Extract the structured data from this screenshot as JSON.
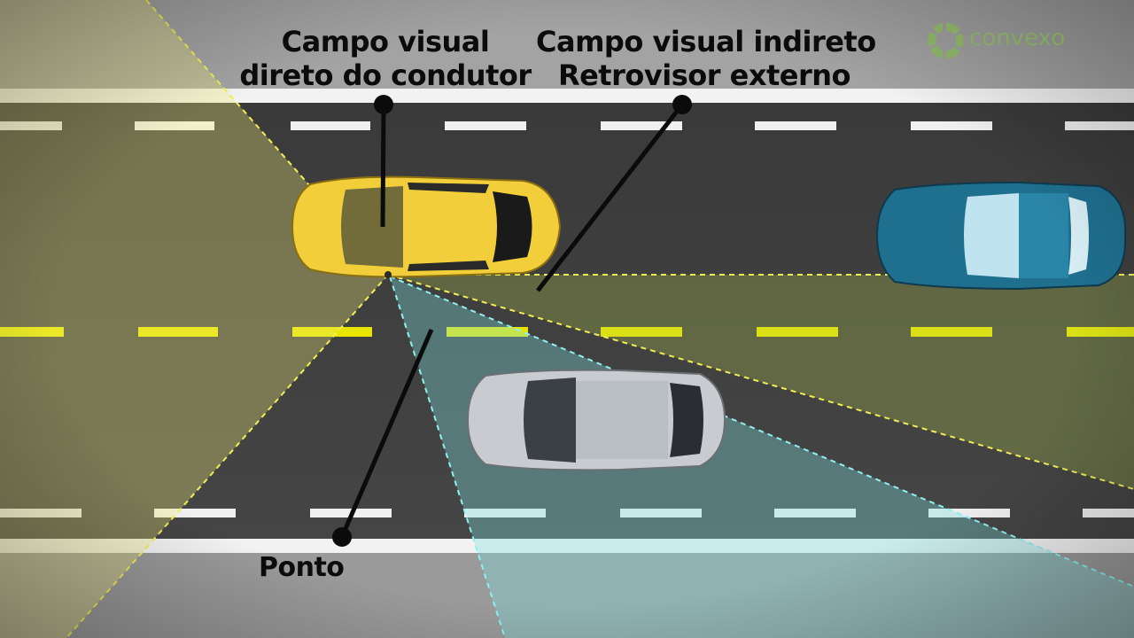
{
  "labels": {
    "direct_line1": "Campo visual",
    "direct_line2": "direto do condutor",
    "indirect_line1": "Campo visual indireto",
    "indirect_line2": "Retrovisor externo",
    "point": "Ponto"
  },
  "logo": {
    "text": "convexo"
  },
  "colors": {
    "asphalt": "#3e3e3e",
    "shoulder": "#9b9b9b",
    "lane_marking": "#ffffff",
    "center_line": "#e8e600",
    "direct_field_tint": "#f4f07a",
    "indirect_field_tint": "#7fe0e0",
    "yellow_car": "#f2cf3a",
    "blue_car": "#1f6f8f",
    "silver_car": "#c8ccd0",
    "logo_green": "#7fbf3f"
  },
  "icons": {
    "logo_mark": "convexo-logo-icon"
  }
}
